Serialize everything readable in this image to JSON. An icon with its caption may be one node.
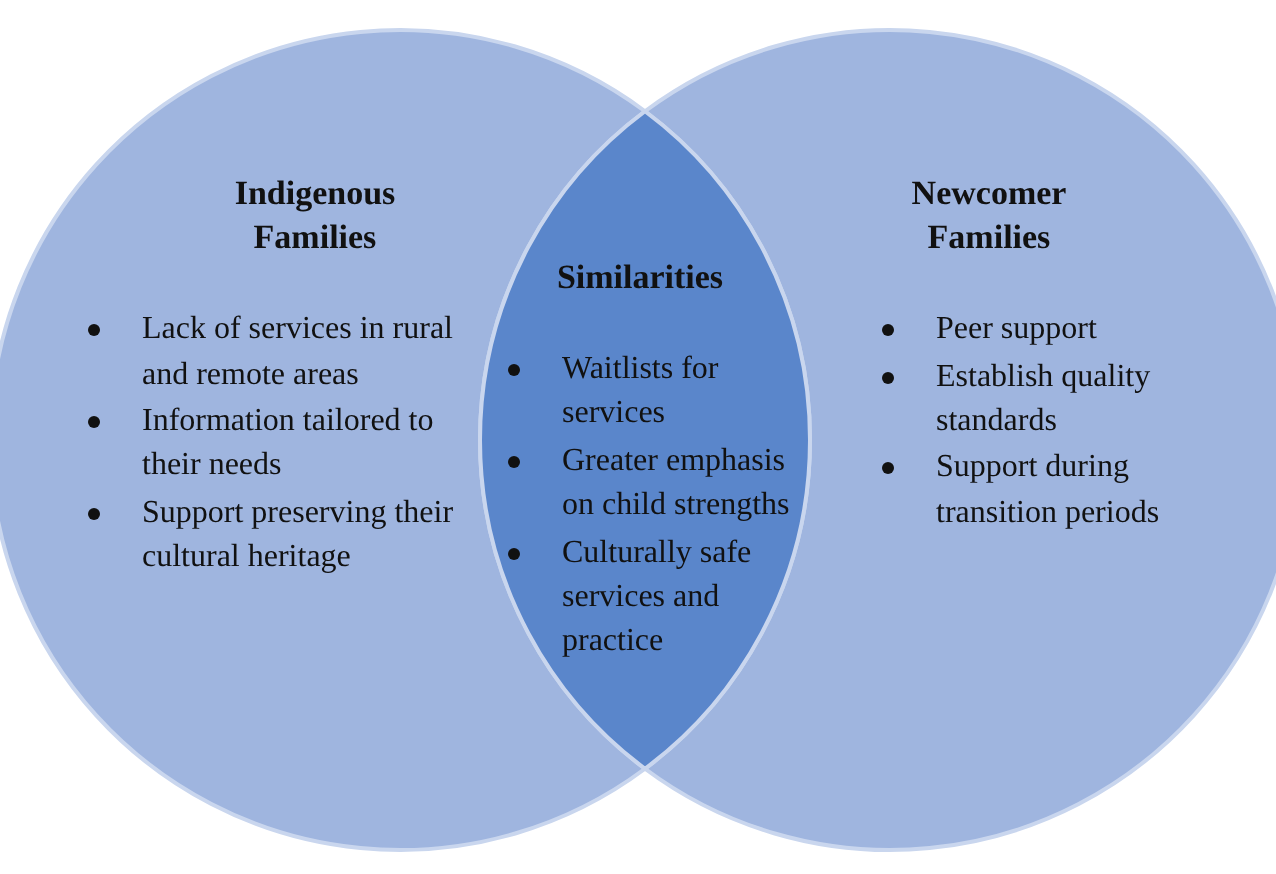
{
  "diagram": {
    "nodes": [
      {
        "text": [
          "Indigenous Families",
          "Lack of services in rural and remote areas",
          "Information tailored to their needs",
          "Support preserving their cultural heritage"
        ]
      },
      {
        "text": [
          "Newcomer Families",
          "Peer support",
          "Establish quality standards",
          "Support during transition periods"
        ]
      },
      {
        "text": [
          "Similarities",
          "Waitlists for services",
          "Greater emphasis on child strengths",
          "Culturally safe services and practice"
        ]
      }
    ]
  }
}
